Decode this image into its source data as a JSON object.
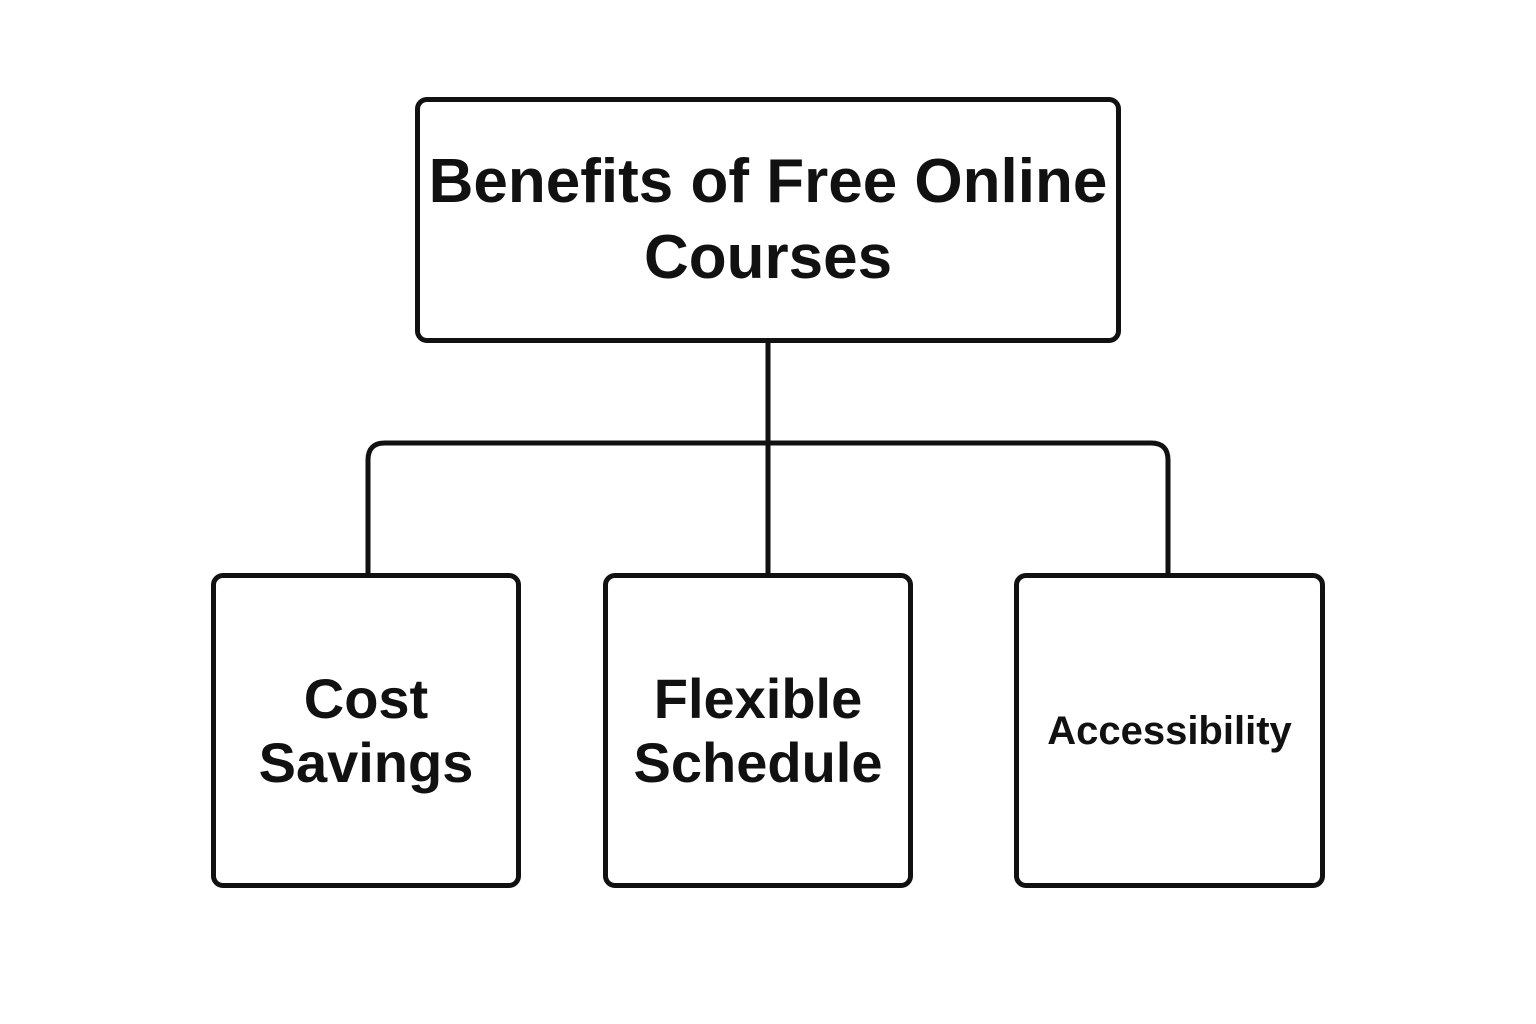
{
  "root": {
    "label": "Benefits of Free Online Courses"
  },
  "children": [
    {
      "label": "Cost Savings"
    },
    {
      "label": "Flexible Schedule"
    },
    {
      "label": "Accessibility"
    }
  ],
  "colors": {
    "stroke": "#111111",
    "background": "#ffffff"
  }
}
